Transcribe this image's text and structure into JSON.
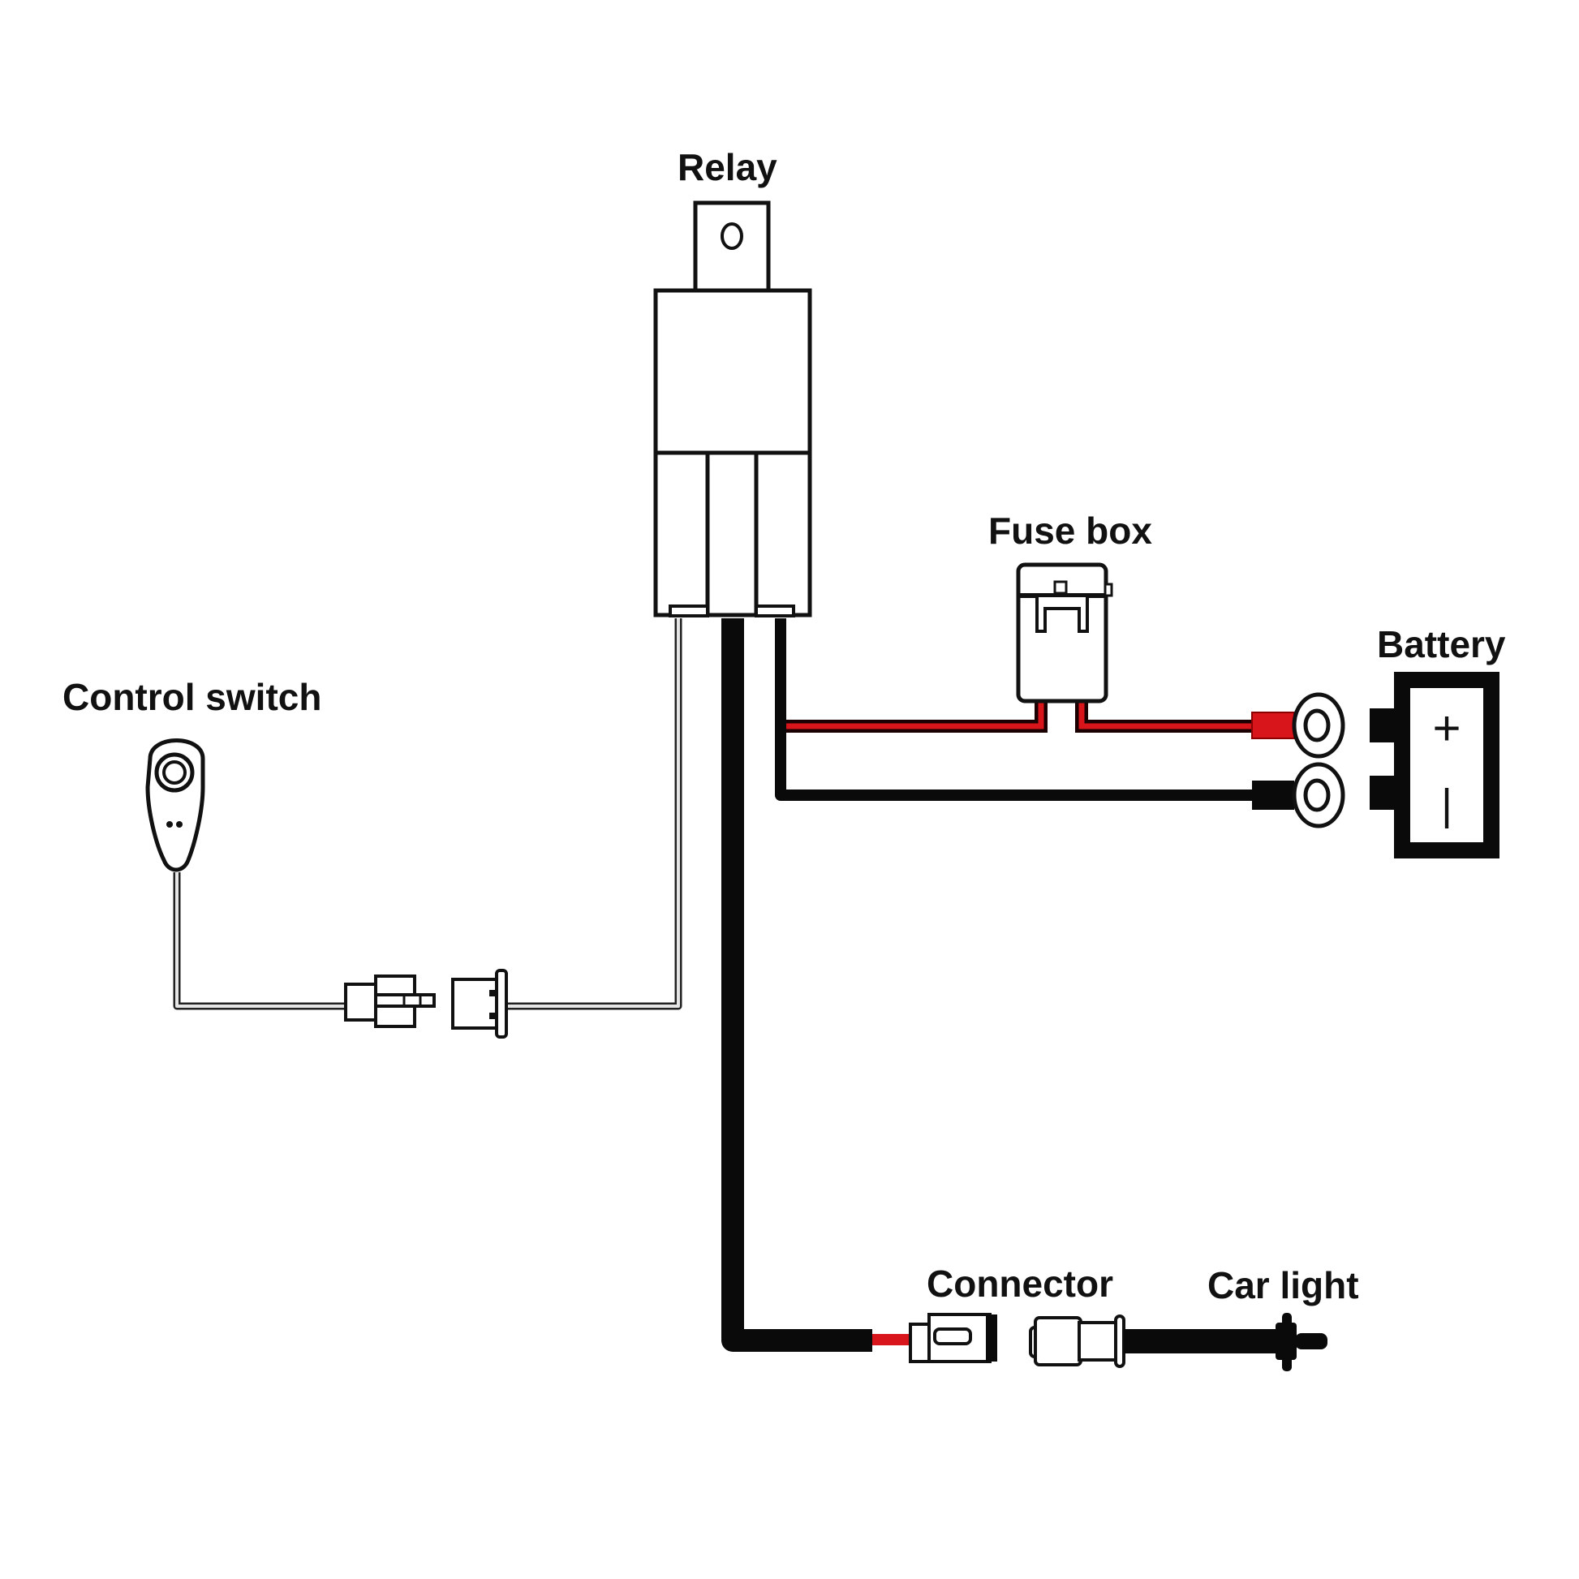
{
  "diagram": {
    "title": "Car light relay wiring harness",
    "labels": {
      "relay": "Relay",
      "fuse_box": "Fuse box",
      "battery": "Battery",
      "control_switch": "Control switch",
      "connector": "Connector",
      "car_light": "Car light"
    },
    "battery_terminals": {
      "positive": "+",
      "negative": "|"
    },
    "colors": {
      "positive_wire": "#d8151b",
      "ground_wire": "#0a0a0a",
      "outline": "#111111",
      "background": "#ffffff"
    }
  }
}
